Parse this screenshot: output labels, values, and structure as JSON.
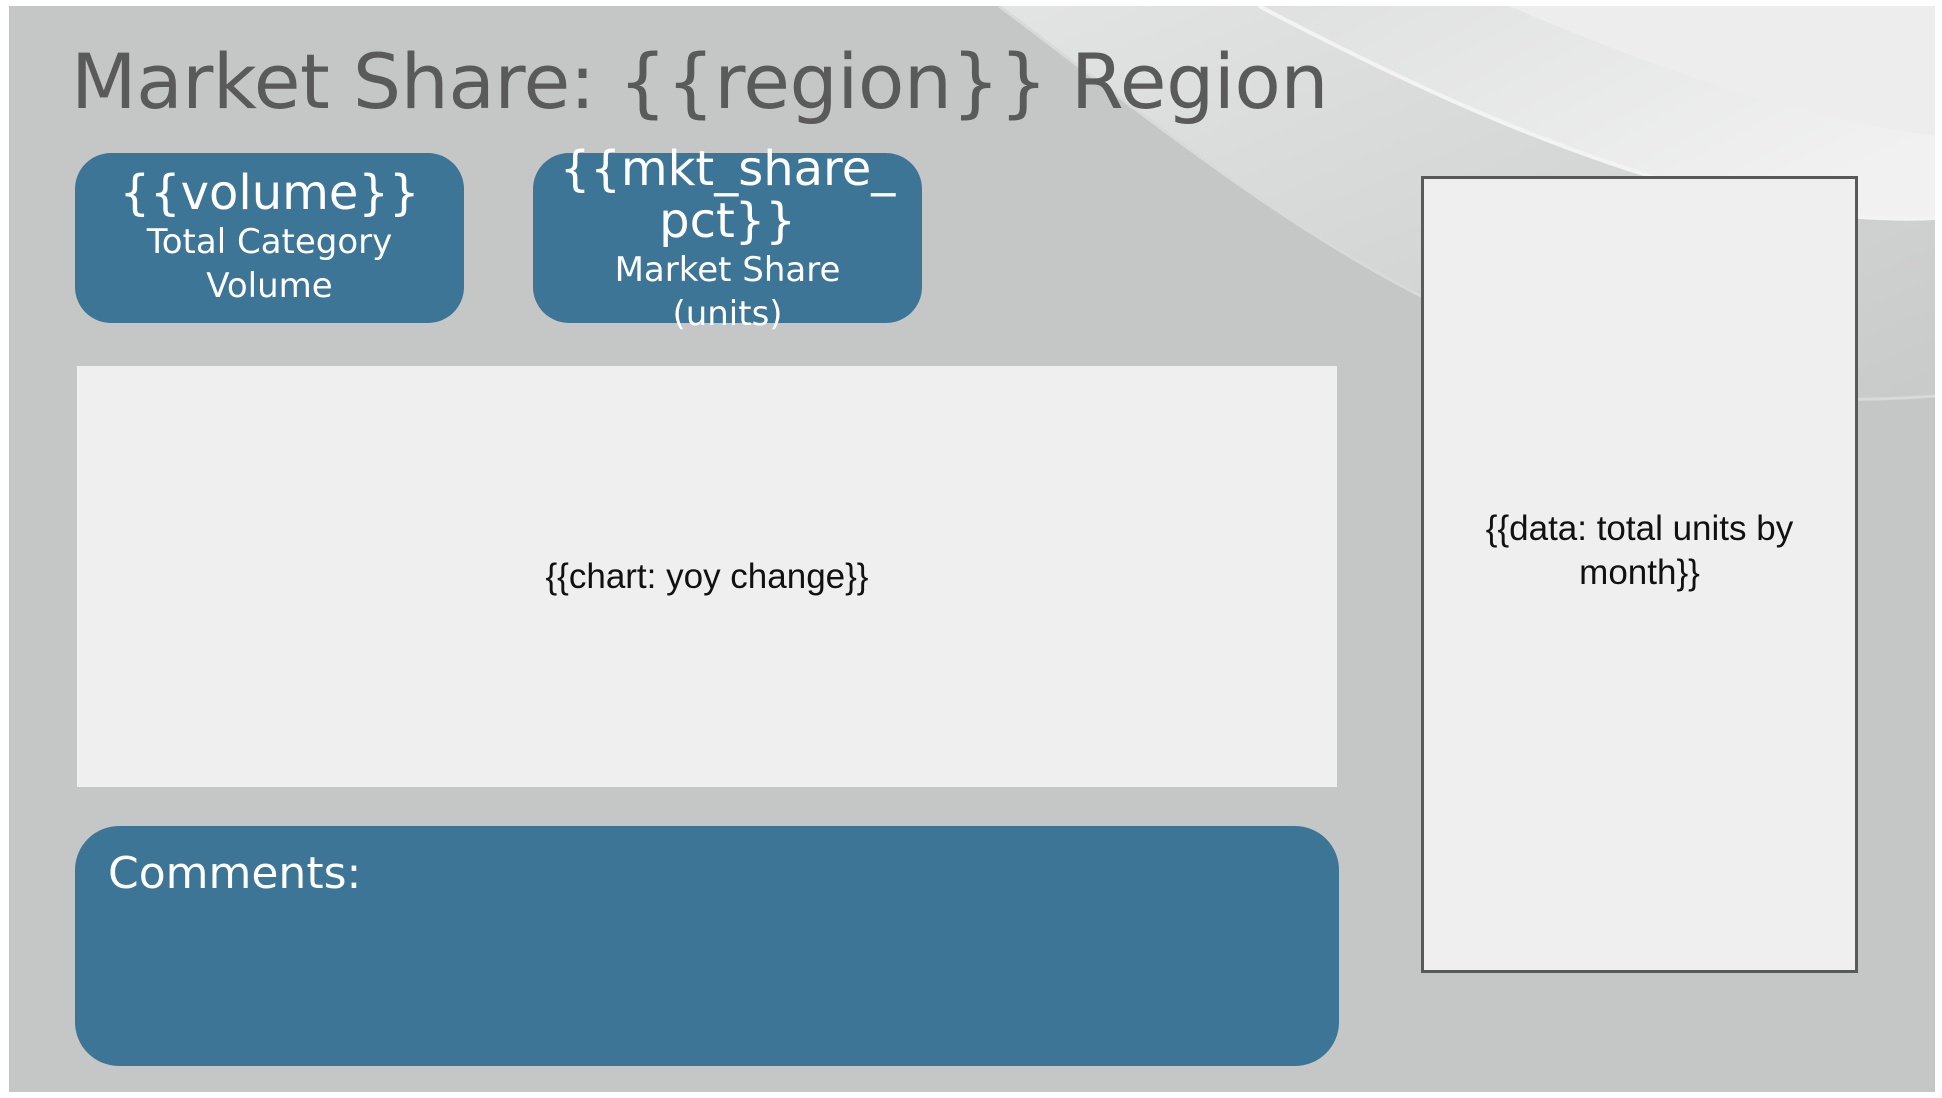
{
  "slide": {
    "title": "Market Share: {{region}} Region",
    "colors": {
      "background": "#c5c6c6",
      "accent": "#3c7595",
      "panel": "#efefef",
      "title_text": "#5a5a5a"
    }
  },
  "kpis": [
    {
      "value": "{{volume}}",
      "label": "Total Category Volume"
    },
    {
      "value": "{{mkt_share_pct}}",
      "label": "Market Share (units)"
    }
  ],
  "chart_placeholder": "{{chart: yoy change}}",
  "data_placeholder": "{{data: total units by month}}",
  "comments": {
    "label": "Comments:",
    "text": ""
  }
}
